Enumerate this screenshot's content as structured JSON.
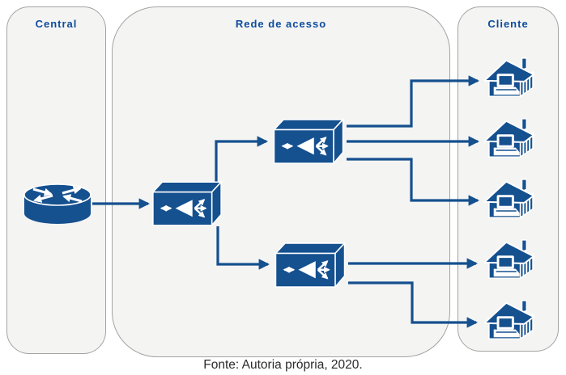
{
  "panels": {
    "central": {
      "label": "Central"
    },
    "access": {
      "label": "Rede de acesso"
    },
    "client": {
      "label": "Cliente"
    }
  },
  "caption": "Fonte: Autoria própria, 2020.",
  "icons": {
    "router": "router-icon",
    "splitter": "optical-splitter-icon",
    "client": "home-with-computer-icon"
  },
  "nodes": {
    "router_count": 1,
    "splitter_count": 3,
    "client_count": 5
  },
  "colors": {
    "device_blue": "#15508f",
    "line_blue": "#15508f",
    "title_blue": "#0d4c9c",
    "panel_background": "#f4f4f3",
    "panel_border": "#a3a3a3",
    "caption_text": "#2b2b2b"
  }
}
